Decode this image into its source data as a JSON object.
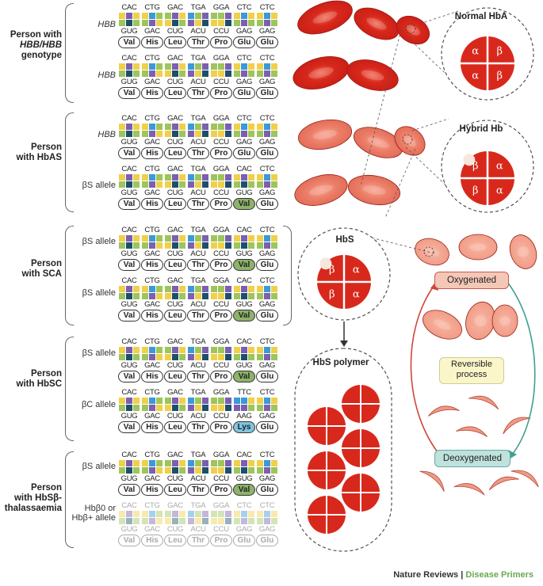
{
  "codon_rows": {
    "top": [
      "CAC",
      "CTG",
      "GAC",
      "TGA",
      "GGA",
      "CTC",
      "CTC"
    ],
    "top_beta_s": [
      "CAC",
      "CTG",
      "GAC",
      "TGA",
      "GGA",
      "CAC",
      "CTC"
    ],
    "top_beta_c": [
      "CAC",
      "CTG",
      "GAC",
      "TGA",
      "GGA",
      "TTC",
      "CTC"
    ],
    "bottom": [
      "GUG",
      "GAC",
      "CUG",
      "ACU",
      "CCU",
      "GAG",
      "GAG"
    ],
    "bottom_beta_s": [
      "GUG",
      "GAC",
      "CUG",
      "ACU",
      "CCU",
      "GUG",
      "GAG"
    ],
    "bottom_beta_c": [
      "GUG",
      "GAC",
      "CUG",
      "ACU",
      "CCU",
      "AAG",
      "GAG"
    ]
  },
  "amino_acids": {
    "normal": [
      "Val",
      "His",
      "Leu",
      "Thr",
      "Pro",
      "Glu",
      "Glu"
    ],
    "beta_s": [
      "Val",
      "His",
      "Leu",
      "Thr",
      "Pro",
      "Val",
      "Glu"
    ],
    "beta_c": [
      "Val",
      "His",
      "Leu",
      "Thr",
      "Pro",
      "Lys",
      "Glu"
    ]
  },
  "people": [
    {
      "lines": [
        "Person with",
        "HBB/HBB",
        "genotype"
      ],
      "alleles": [
        "HBB",
        "HBB"
      ]
    },
    {
      "lines": [
        "Person",
        "with HbAS",
        ""
      ],
      "alleles": [
        "HBB",
        "βS allele"
      ]
    },
    {
      "lines": [
        "Person",
        "with SCA",
        ""
      ],
      "alleles": [
        "βS allele",
        "βS allele"
      ]
    },
    {
      "lines": [
        "Person",
        "with HbSC",
        ""
      ],
      "alleles": [
        "βS allele",
        "βC allele"
      ]
    },
    {
      "lines": [
        "Person",
        "with HbSβ-",
        "thalassaemia"
      ],
      "alleles": [
        "βS allele",
        "Hbβ0 or Hbβ+ allele"
      ]
    }
  ],
  "bubbles": {
    "normal": {
      "title": "Normal HbA",
      "subunits": [
        "α",
        "β",
        "α",
        "β"
      ]
    },
    "hybrid": {
      "title": "Hybrid Hb",
      "subunits": [
        "β",
        "α",
        "β",
        "α"
      ]
    },
    "hbs": {
      "title": "HbS",
      "subunits": [
        "β",
        "α",
        "β",
        "α"
      ]
    },
    "polymer": {
      "title": "HbS polymer"
    }
  },
  "cycle": {
    "oxygenated": "Oxygenated",
    "deoxygenated": "Deoxygenated",
    "reversible": "Reversible process"
  },
  "footer": {
    "publisher": "Nature Reviews",
    "series": "Disease Primers"
  },
  "colors": {
    "A": "#7b5fb0",
    "C": "#f0d04a",
    "G": "#9dc55b",
    "T": "#3a9ad6",
    "U": "#1d4f6d",
    "rbc": "#d83a2a",
    "rbc_light": "#ee8e78",
    "val": "#8db36a",
    "lys": "#7ec4e0"
  }
}
